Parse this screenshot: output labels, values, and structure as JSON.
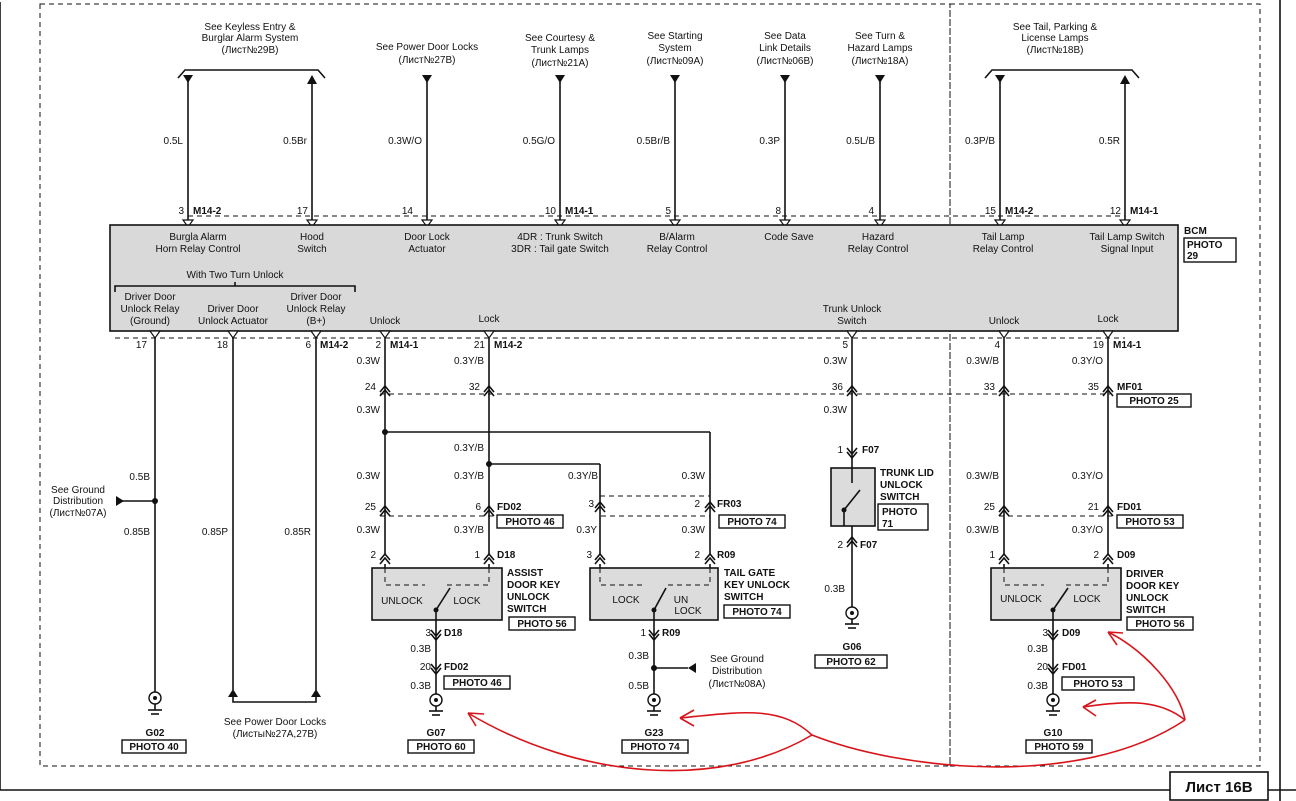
{
  "bcm": {
    "label": "BCM",
    "photo": "PHOTO 29",
    "terminals": [
      {
        "line1": "Burgla Alarm",
        "line2": "Horn Relay Control"
      },
      {
        "line1": "Hood",
        "line2": "Switch"
      },
      {
        "line1": "Door Lock",
        "line2": "Actuator"
      },
      {
        "line1": "4DR : Trunk Switch",
        "line2": "3DR : Tail gate Switch"
      },
      {
        "line1": "B/Alarm",
        "line2": "Relay Control"
      },
      {
        "line1": "Code Save",
        "line2": ""
      },
      {
        "line1": "Hazard",
        "line2": "Relay Control"
      },
      {
        "line1": "Tail Lamp",
        "line2": "Relay Control"
      },
      {
        "line1": "Tail Lamp Switch",
        "line2": "Signal Input"
      }
    ],
    "two_turn_unlock": "With Two Turn Unlock",
    "bottom_terms": {
      "ddr_ground": [
        "Driver Door",
        "Unlock Relay",
        "(Ground)"
      ],
      "dd_actuator": [
        "Driver Door",
        "Unlock Actuator"
      ],
      "ddr_bplus": [
        "Driver Door",
        "Unlock Relay",
        "(B+)"
      ],
      "unlock": "Unlock",
      "lock": "Lock",
      "trunk_unlock": [
        "Trunk Unlock",
        "Switch"
      ],
      "unlock2": "Unlock",
      "lock2": "Lock"
    }
  },
  "top_refs": [
    {
      "lines": [
        "See Keyless Entry &",
        "Burglar Alarm System",
        "(Лист№29B)"
      ]
    },
    {
      "lines": [
        "See Power Door Locks",
        "(Лист№27B)"
      ]
    },
    {
      "lines": [
        "See Courtesy &",
        "Trunk Lamps",
        "(Лист№21A)"
      ]
    },
    {
      "lines": [
        "See Starting",
        "System",
        "(Лист№09A)"
      ]
    },
    {
      "lines": [
        "See Data",
        "Link Details",
        "(Лист№06B)"
      ]
    },
    {
      "lines": [
        "See Turn &",
        "Hazard Lamps",
        "(Лист№18A)"
      ]
    },
    {
      "lines": [
        "See Tail, Parking &",
        "License Lamps",
        "(Лист№18B)"
      ]
    }
  ],
  "top_wires": [
    {
      "color": "0.5L",
      "pin": "3",
      "conn": "M14-2"
    },
    {
      "color": "0.5Br",
      "pin": "17",
      "conn": ""
    },
    {
      "color": "0.3W/O",
      "pin": "14",
      "conn": ""
    },
    {
      "color": "0.5G/O",
      "pin": "10",
      "conn": "M14-1"
    },
    {
      "color": "0.5Br/B",
      "pin": "5",
      "conn": ""
    },
    {
      "color": "0.3P",
      "pin": "8",
      "conn": ""
    },
    {
      "color": "0.5L/B",
      "pin": "4",
      "conn": ""
    },
    {
      "color": "0.3P/B",
      "pin": "15",
      "conn": "M14-2"
    },
    {
      "color": "0.5R",
      "pin": "12",
      "conn": "M14-1"
    }
  ],
  "bottom_pins": {
    "p17": "17",
    "p18": "18",
    "p6": "6",
    "m14_2a": "M14-2",
    "p2": "2",
    "m14_1a": "M14-1",
    "p21": "21",
    "m14_2b": "M14-2",
    "p5": "5",
    "p4": "4",
    "p19": "19",
    "m14_1b": "M14-1"
  },
  "left_group": {
    "ground_ref": [
      "See Ground",
      "Distribution",
      "(Лист№07A)"
    ],
    "w05b": "0.5B",
    "w085b": "0.85B",
    "w085p": "0.85P",
    "w085r": "0.85R",
    "g02": "G02",
    "photo40": "PHOTO 40",
    "pdl_ref": [
      "See Power Door Locks",
      "(Листы№27A,27B)"
    ]
  },
  "assist": {
    "w1": "0.3W",
    "w2": "0.3Y/B",
    "c24": "24",
    "c32": "32",
    "w3": "0.3W",
    "w4": "0.3Y/B",
    "w5": "0.3W",
    "w6": "0.3Y/B",
    "c25": "25",
    "c6": "6",
    "fd02": "FD02",
    "photo46": "PHOTO 46",
    "w7": "0.3W",
    "w8": "0.3Y/B",
    "c2": "2",
    "c1": "1",
    "d18": "D18",
    "unlock": "UNLOCK",
    "lock": "LOCK",
    "name": [
      "ASSIST",
      "DOOR KEY",
      "UNLOCK",
      "SWITCH"
    ],
    "photo56": "PHOTO 56",
    "c3": "3",
    "d18b": "D18",
    "w9": "0.3B",
    "c20": "20",
    "fd02b": "FD02",
    "w10": "0.3B",
    "photo46b": "PHOTO 46",
    "g07": "G07",
    "photo60": "PHOTO 60"
  },
  "tailgate": {
    "w1": "0.3Y/B",
    "w2": "0.3W",
    "c3": "3",
    "c2": "2",
    "fr03": "FR03",
    "photo74": "PHOTO 74",
    "w3": "0.3Y",
    "w4": "0.3W",
    "c3b": "3",
    "c2b": "2",
    "r09": "R09",
    "lock": "LOCK",
    "unlock1": "UN",
    "unlock2": "LOCK",
    "name": [
      "TAIL GATE",
      "KEY UNLOCK",
      "SWITCH"
    ],
    "photo74b": "PHOTO 74",
    "c1": "1",
    "r09b": "R09",
    "w5": "0.3B",
    "w6": "0.5B",
    "ground_ref": [
      "See Ground",
      "Distribution",
      "(Лист№08A)"
    ],
    "g23": "G23",
    "photo74c": "PHOTO 74"
  },
  "trunk": {
    "w1": "0.3W",
    "c36": "36",
    "w2": "0.3W",
    "c1": "1",
    "f07": "F07",
    "name": [
      "TRUNK LID",
      "UNLOCK",
      "SWITCH"
    ],
    "photo71": [
      "PHOTO",
      "71"
    ],
    "c2": "2",
    "f07b": "F07",
    "w3": "0.3B",
    "g06": "G06",
    "photo62": "PHOTO 62"
  },
  "driver": {
    "w1": "0.3W/B",
    "w2": "0.3Y/O",
    "c33": "33",
    "c35": "35",
    "mf01": "MF01",
    "photo25": "PHOTO 25",
    "w3": "0.3W/B",
    "w4": "0.3Y/O",
    "c25": "25",
    "c21": "21",
    "fd01": "FD01",
    "photo53": "PHOTO 53",
    "w5": "0.3W/B",
    "w6": "0.3Y/O",
    "c1": "1",
    "c2": "2",
    "d09": "D09",
    "unlock": "UNLOCK",
    "lock": "LOCK",
    "name": [
      "DRIVER",
      "DOOR KEY",
      "UNLOCK",
      "SWITCH"
    ],
    "photo56": "PHOTO 56",
    "c3": "3",
    "d09b": "D09",
    "w7": "0.3B",
    "c20": "20",
    "fd01b": "FD01",
    "w8": "0.3B",
    "photo53b": "PHOTO 53",
    "g10": "G10",
    "photo59": "PHOTO 59"
  },
  "sheet": "Лист 16B",
  "colors": {
    "line": "#111111",
    "box": "#d9d9d9",
    "annotation": "#d8141a"
  }
}
